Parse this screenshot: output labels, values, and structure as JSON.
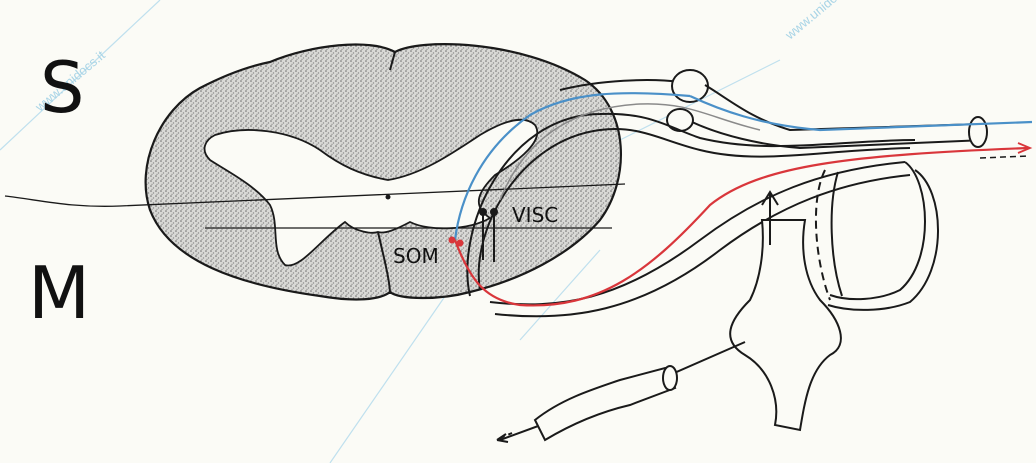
{
  "labels": {
    "sensory_letter": "S",
    "motor_letter": "M",
    "visceral": "VISC",
    "somatic": "SOM"
  },
  "watermark": {
    "text": "www.unidocs.it"
  },
  "colors": {
    "background": "#fbfbf6",
    "outline": "#1a1a1a",
    "stipple": "#8a8a8a",
    "sensory_fiber": "#4a90c8",
    "motor_fiber": "#d9363b",
    "autonomic_fiber": "#222222",
    "watermark_line": "#bfe0ee"
  }
}
